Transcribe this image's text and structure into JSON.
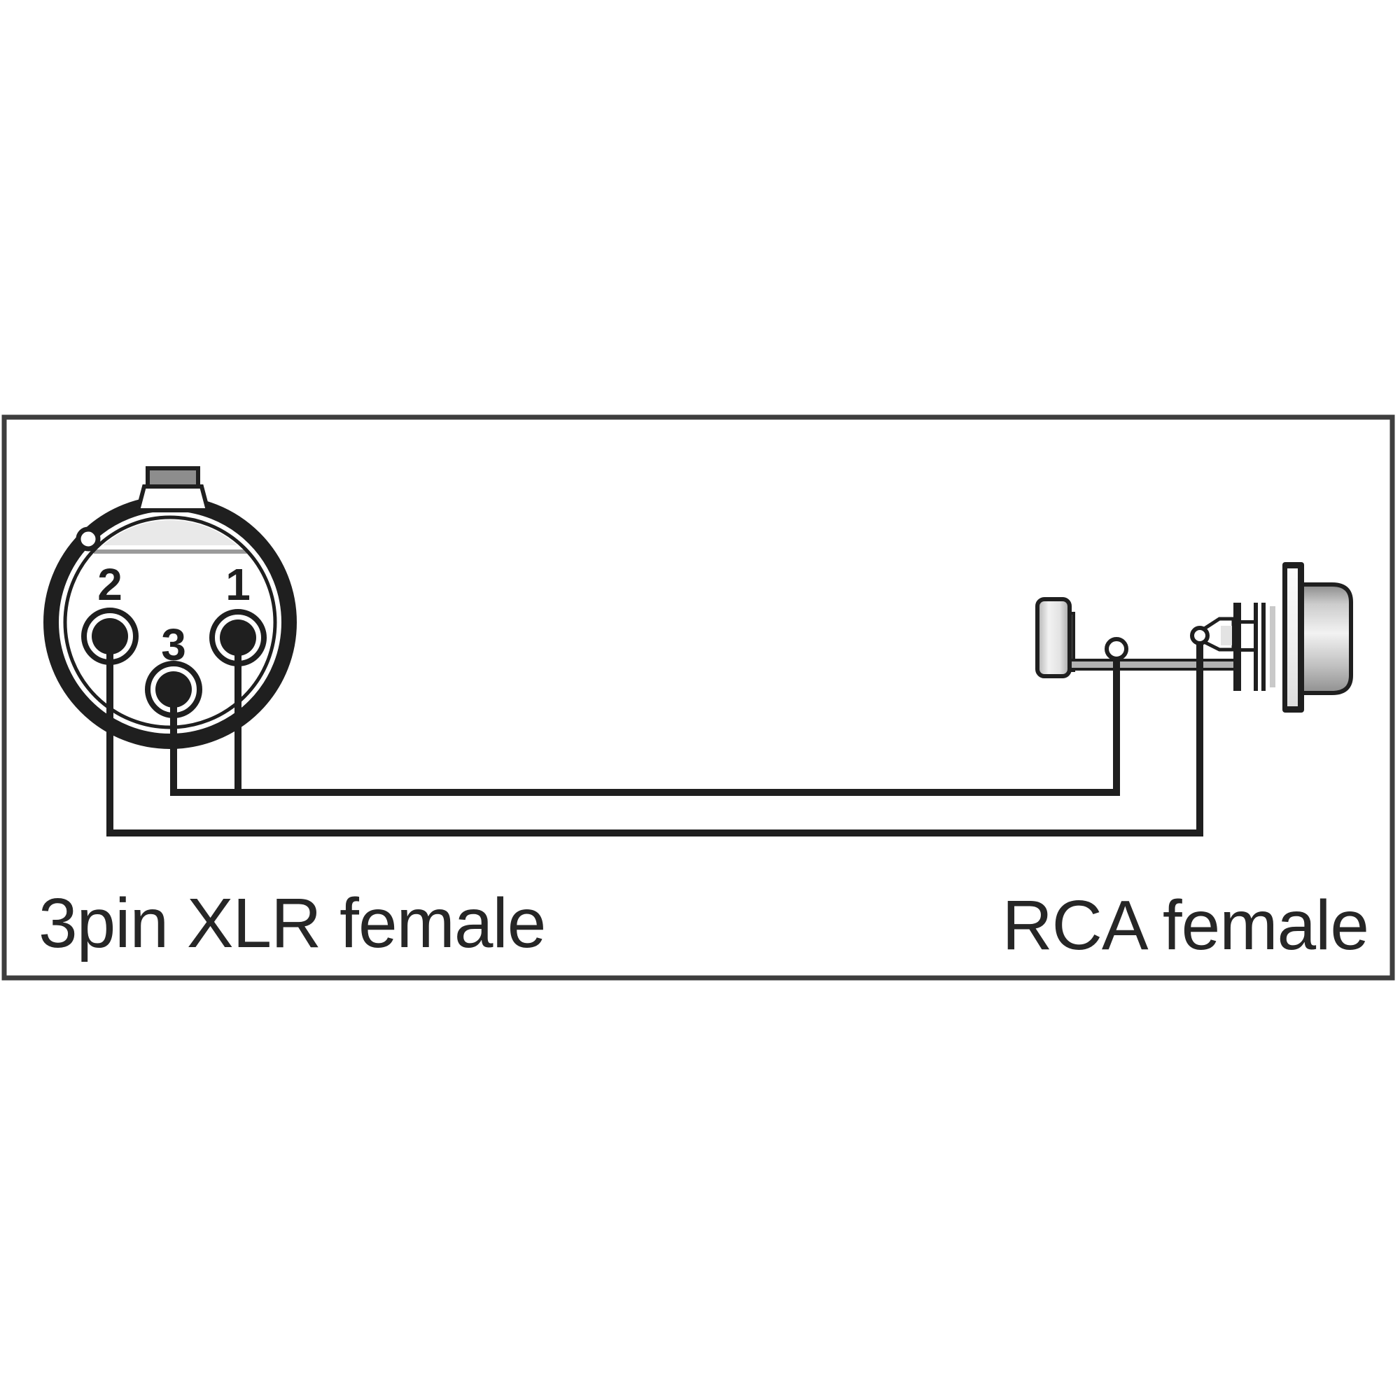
{
  "diagram": {
    "kind": "adapter-cable-pinout",
    "connectors": {
      "xlr": {
        "label": "3pin XLR female",
        "pins": [
          {
            "number": "1"
          },
          {
            "number": "2"
          },
          {
            "number": "3"
          }
        ]
      },
      "rca": {
        "label": "RCA female"
      }
    },
    "connections": [
      {
        "from": "XLR pin 2",
        "to": "RCA center pin lug"
      },
      {
        "from": "XLR pin 3",
        "to": "RCA ground lug"
      },
      {
        "from": "XLR pin 1",
        "to": "joined to XLR pin 3 wire"
      }
    ],
    "colors": {
      "line": "#1f1f1f",
      "frame": "#3e3e3e",
      "shade": "#e9e9e9",
      "chord": "#9b9b9b",
      "latch": "#8d8d8d",
      "text": "#262626"
    }
  }
}
